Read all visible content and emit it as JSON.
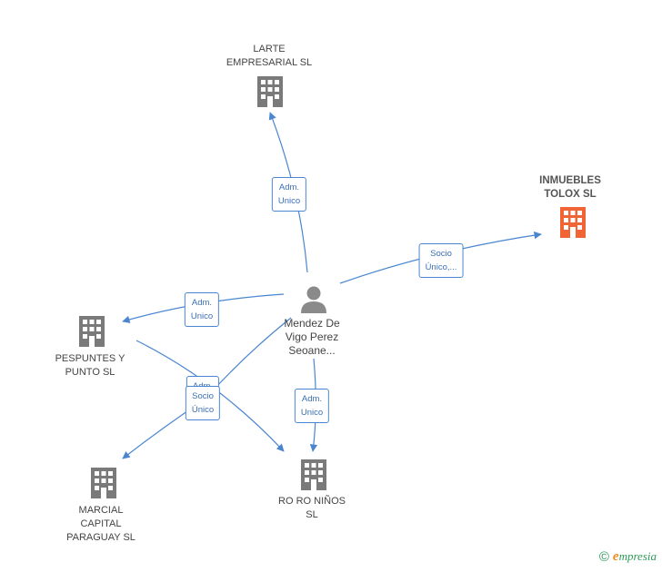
{
  "colors": {
    "edge": "#4a86d0",
    "company": "#7a7a7a",
    "highlight": "#f06436",
    "person": "#8a8a8a"
  },
  "nodes": {
    "larte": "LARTE\nEMPRESARIAL SL",
    "inmuebles": "INMUEBLES\nTOLOX SL",
    "person": "Mendez De\nVigo Perez\nSeoane...",
    "pespuntes": "PESPUNTES Y\nPUNTO SL",
    "marcial": "MARCIAL\nCAPITAL\nPARAGUAY SL",
    "roro": "RO RO NIÑOS\nSL"
  },
  "edges": {
    "larte": "Adm.\nUnico",
    "inmuebles": "Socio\nÚnico,...",
    "pespuntes": "Adm.\nUnico",
    "marcial_adm": "Adm.",
    "marcial_socio": "Socio\nÚnico",
    "roro": "Adm.\nUnico"
  },
  "footer": {
    "copyright": "©",
    "brand_initial": "e",
    "brand_rest": "mpresia"
  }
}
